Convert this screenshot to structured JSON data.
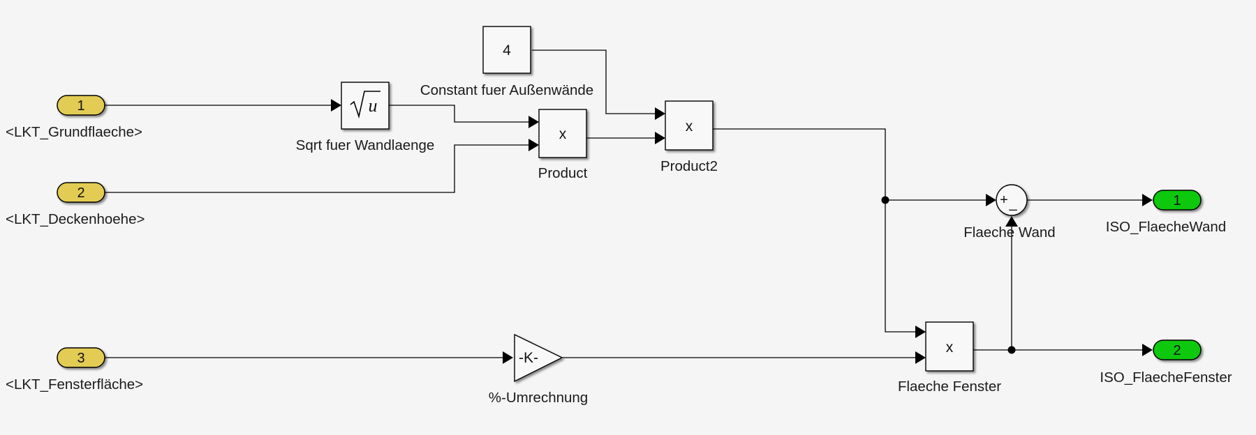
{
  "diagram": {
    "type": "simulink-block-diagram",
    "colors": {
      "background": "#f5f5f5",
      "inport_fill": "#e3cc52",
      "outport_fill": "#10c810",
      "line": "#000000"
    },
    "inports": [
      {
        "id": "in1",
        "number": "1",
        "label": "<LKT_Grundflaeche>"
      },
      {
        "id": "in2",
        "number": "2",
        "label": "<LKT_Deckenhoehe>"
      },
      {
        "id": "in3",
        "number": "3",
        "label": "<LKT_Fensterfläche>"
      }
    ],
    "outports": [
      {
        "id": "out1",
        "number": "1",
        "label": "ISO_FlaecheWand"
      },
      {
        "id": "out2",
        "number": "2",
        "label": "ISO_FlaecheFenster"
      }
    ],
    "blocks": {
      "sqrt": {
        "label": "Sqrt fuer Wandlaenge",
        "symbol_u": "u",
        "symbol_root": "√"
      },
      "constant": {
        "label": "Constant fuer Außenwände",
        "value": "4"
      },
      "product": {
        "label": "Product",
        "symbol": "x"
      },
      "product2": {
        "label": "Product2",
        "symbol": "x"
      },
      "sum": {
        "label": "Flaeche Wand",
        "signs": "+_",
        "plus": "+",
        "minus": "_"
      },
      "gain": {
        "label": "%-Umrechnung",
        "value": "-K-"
      },
      "flaeche_fenster": {
        "label": "Flaeche Fenster",
        "symbol": "x"
      }
    },
    "connections": [
      {
        "from": "in1",
        "to": "sqrt"
      },
      {
        "from": "sqrt",
        "to": "product.in1"
      },
      {
        "from": "in2",
        "to": "product.in2"
      },
      {
        "from": "constant",
        "to": "product2.in1"
      },
      {
        "from": "product",
        "to": "product2.in2"
      },
      {
        "from": "product2",
        "to": "sum.in1 (+)"
      },
      {
        "from": "product2",
        "to": "flaeche_fenster.in1"
      },
      {
        "from": "in3",
        "to": "gain"
      },
      {
        "from": "gain",
        "to": "flaeche_fenster.in2"
      },
      {
        "from": "flaeche_fenster",
        "to": "sum.in2 (-)"
      },
      {
        "from": "flaeche_fenster",
        "to": "out2"
      },
      {
        "from": "sum",
        "to": "out1"
      }
    ]
  }
}
